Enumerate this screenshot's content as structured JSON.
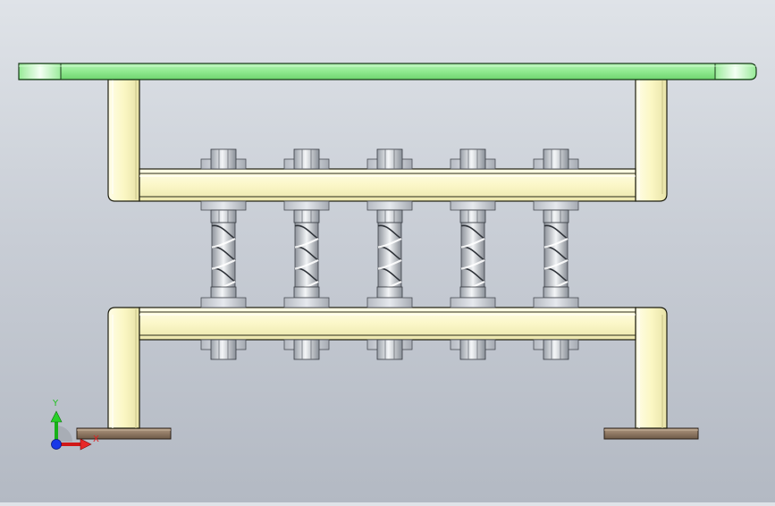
{
  "scene": {
    "description_free": true,
    "bolt_count": 5,
    "colors": {
      "top_plate": "#8fe98f",
      "top_plate_end": "#c8f5c8",
      "frame": "#fdfbcf",
      "frame_edge": "#2a2a1a",
      "base_plate": "#8a7460",
      "base_plate_top": "#a89078",
      "hardware": "#c9ccd2",
      "hardware_light": "#eef0f3",
      "hardware_dark": "#7d828a"
    }
  },
  "triad": {
    "x_label": "X",
    "y_label": "Y",
    "x_color": "#e02020",
    "y_color": "#20c020",
    "origin_color": "#1030e0"
  }
}
